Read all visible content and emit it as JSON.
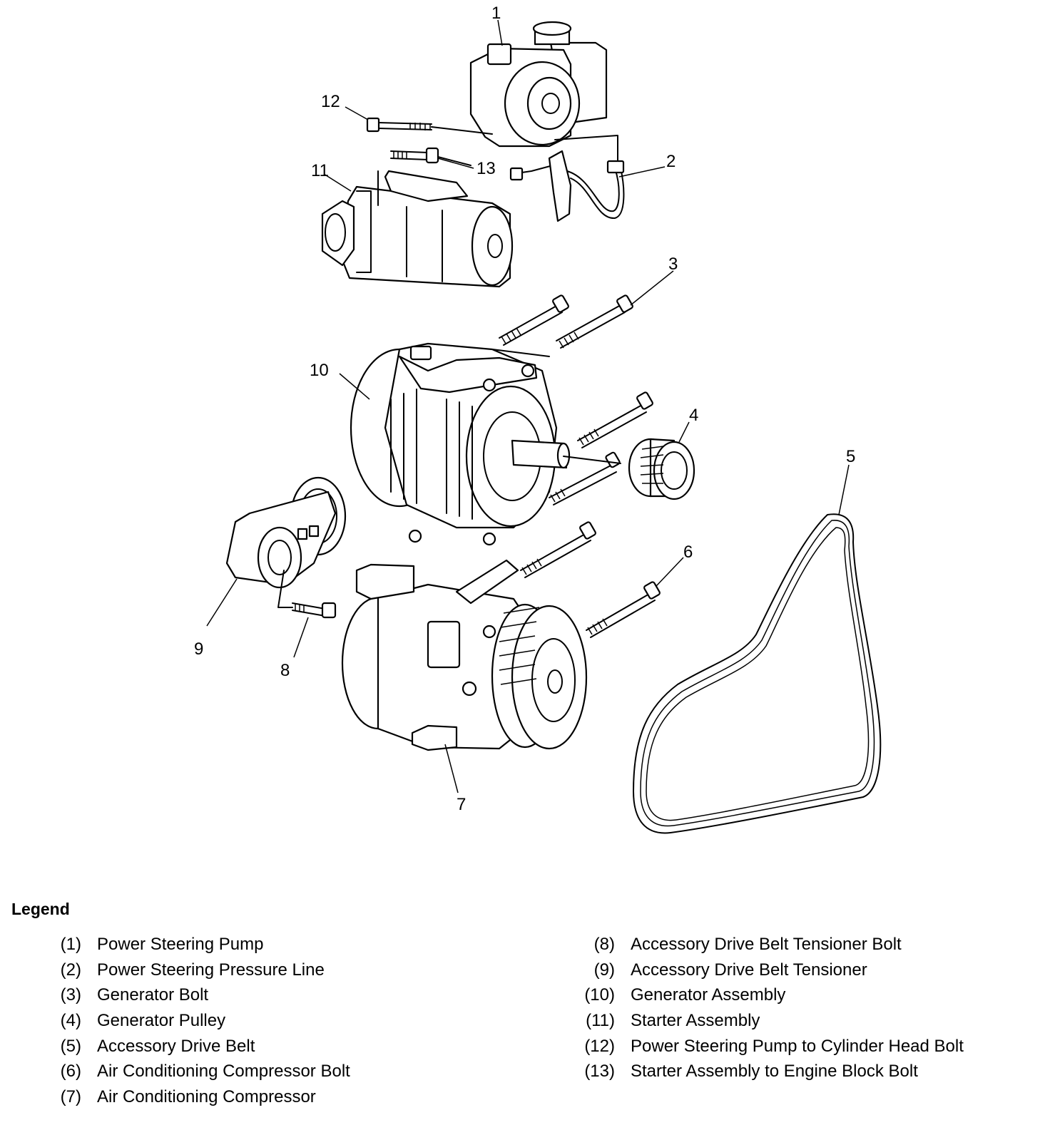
{
  "callouts": [
    "1",
    "2",
    "3",
    "4",
    "5",
    "6",
    "7",
    "8",
    "9",
    "10",
    "11",
    "12",
    "13"
  ],
  "legend": {
    "title": "Legend",
    "left": [
      {
        "num": "(1)",
        "label": "Power Steering Pump"
      },
      {
        "num": "(2)",
        "label": "Power Steering Pressure Line"
      },
      {
        "num": "(3)",
        "label": "Generator Bolt"
      },
      {
        "num": "(4)",
        "label": "Generator Pulley"
      },
      {
        "num": "(5)",
        "label": "Accessory Drive Belt"
      },
      {
        "num": "(6)",
        "label": "Air Conditioning Compressor Bolt"
      },
      {
        "num": "(7)",
        "label": "Air Conditioning Compressor"
      }
    ],
    "right": [
      {
        "num": "(8)",
        "label": "Accessory Drive Belt Tensioner Bolt"
      },
      {
        "num": "(9)",
        "label": "Accessory Drive Belt Tensioner"
      },
      {
        "num": "(10)",
        "label": "Generator Assembly"
      },
      {
        "num": "(11)",
        "label": "Starter Assembly"
      },
      {
        "num": "(12)",
        "label": "Power Steering Pump to Cylinder Head Bolt"
      },
      {
        "num": "(13)",
        "label": "Starter Assembly to Engine Block Bolt"
      }
    ]
  }
}
